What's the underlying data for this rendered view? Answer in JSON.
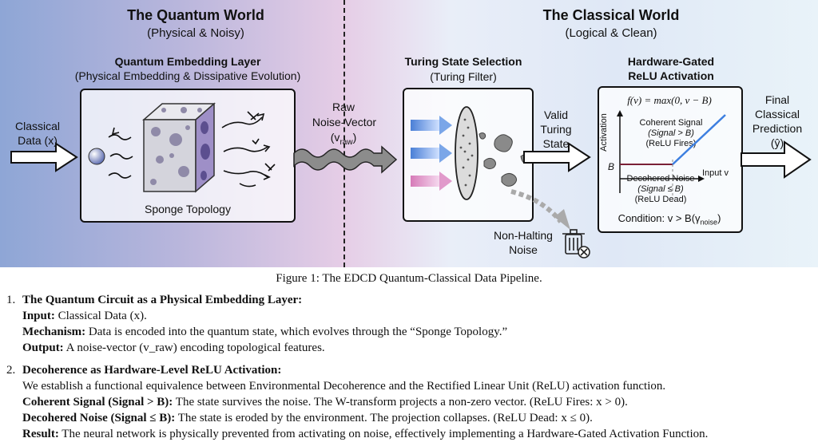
{
  "figure": {
    "left_title": "The Quantum World",
    "left_subtitle": "(Physical & Noisy)",
    "right_title": "The Classical World",
    "right_subtitle": "(Logical & Clean)",
    "embed_title": "Quantum Embedding Layer",
    "embed_subtitle": "(Physical Embedding & Dissipative Evolution)",
    "input_label_1": "Classical",
    "input_label_2": "Data (x)",
    "sponge_label": "Sponge Topology",
    "raw_1": "Raw",
    "raw_2": "Noise-Vector",
    "raw_3": "(v",
    "raw_3_sub": "raw",
    "raw_3_end": ")",
    "turing_title": "Turing State Selection",
    "turing_subtitle": "(Turing Filter)",
    "valid_1": "Valid",
    "valid_2": "Turing",
    "valid_3": "State",
    "nonhalt_1": "Non-Halting",
    "nonhalt_2": "Noise",
    "relu_title_1": "Hardware-Gated",
    "relu_title_2": "ReLU Activation",
    "formula": "f(v) = max(0, v − B)",
    "coherent_1": "Coherent Signal",
    "coherent_2": "(Signal > B)",
    "coherent_3": "(ReLU Fires)",
    "decohered_1": "Decohered Noise",
    "decohered_2": "(Signal ≤ B)",
    "decohered_3": "(ReLU Dead)",
    "axis_y": "Activation",
    "axis_x": "Input v",
    "axis_b": "B",
    "condition": "Condition: v > B(γ",
    "condition_sub": "noise",
    "condition_end": ")",
    "final_1": "Final",
    "final_2": "Classical",
    "final_3": "Prediction",
    "final_4": "(ŷ)"
  },
  "caption": "Figure 1: The EDCD Quantum-Classical Data Pipeline.",
  "items": [
    {
      "num": "1.",
      "title": "The Quantum Circuit as a Physical Embedding Layer:",
      "lines": [
        {
          "label": "Input:",
          "text": " Classical Data (x)."
        },
        {
          "label": "Mechanism:",
          "text": " Data is encoded into the quantum state, which evolves through the “Sponge Topology.”"
        },
        {
          "label": "Output:",
          "text": " A noise-vector (v_raw) encoding topological features."
        }
      ]
    },
    {
      "num": "2.",
      "title": "Decoherence as Hardware-Level ReLU Activation:",
      "lines": [
        {
          "label": "",
          "text": "We establish a functional equivalence between Environmental Decoherence and the Rectified Linear Unit (ReLU) activation function."
        },
        {
          "label": "Coherent Signal (Signal > B):",
          "text": " The state survives the noise. The W-transform projects a non-zero vector. (ReLU Fires: x > 0)."
        },
        {
          "label": "Decohered Noise (Signal ≤ B):",
          "text": " The state is eroded by the environment. The projection collapses. (ReLU Dead: x ≤ 0)."
        },
        {
          "label": "Result:",
          "text": " The neural network is physically prevented from activating on noise, effectively implementing a Hardware-Gated Activation Function."
        }
      ]
    }
  ]
}
